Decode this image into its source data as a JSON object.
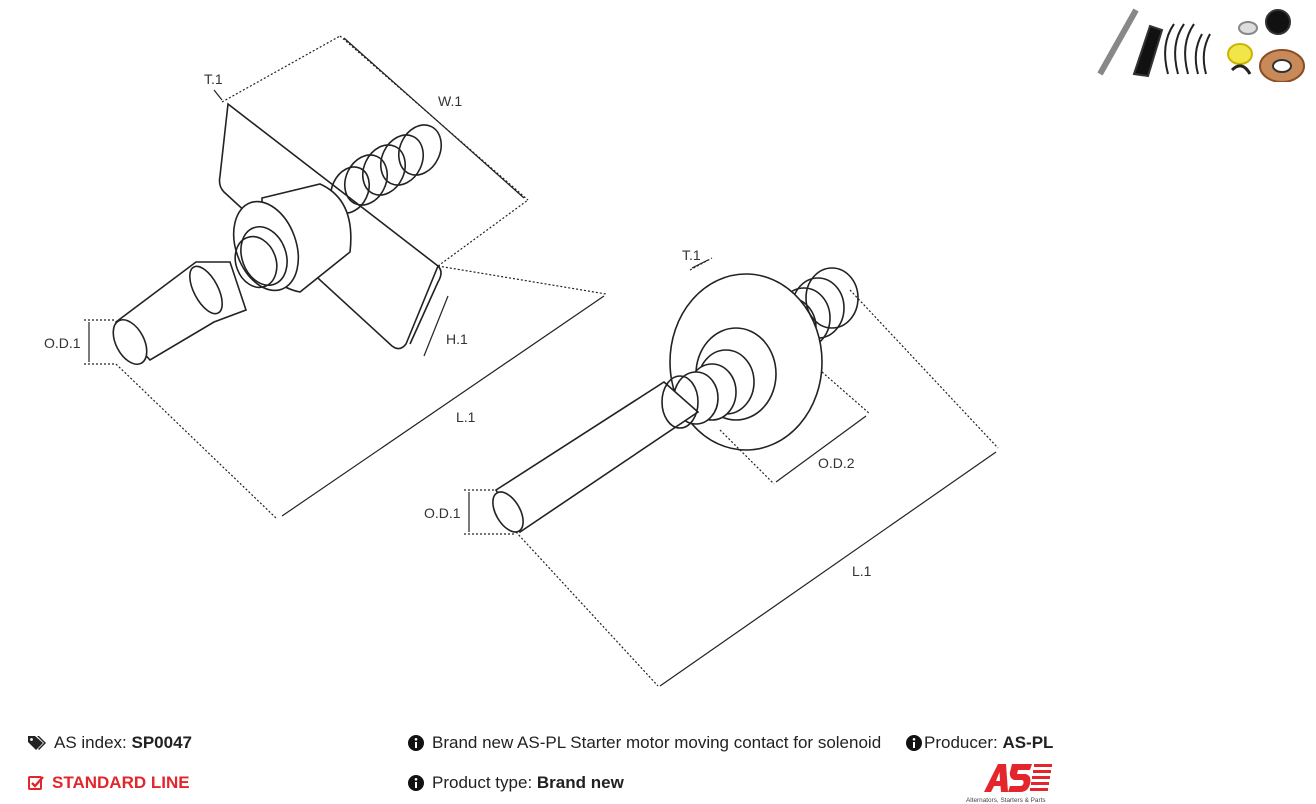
{
  "diagram": {
    "part1": {
      "labels": {
        "t": "T.1",
        "w": "W.1",
        "h": "H.1",
        "od": "O.D.1",
        "l": "L.1"
      }
    },
    "part2": {
      "labels": {
        "t": "T.1",
        "od1": "O.D.1",
        "od2": "O.D.2",
        "l": "L.1"
      }
    }
  },
  "info": {
    "as_index_label": "AS index:",
    "as_index_value": "SP0047",
    "line": "STANDARD LINE",
    "description": "Brand new AS-PL Starter motor moving contact for solenoid",
    "producer_label": "Producer:",
    "producer_value": "AS-PL",
    "product_type_label": "Product type:",
    "product_type_value": "Brand new"
  },
  "logo": {
    "mark": "AS",
    "tagline": "Alternators, Starters & Parts",
    "color": "#e3262c"
  },
  "icons": {
    "tags": "tags-icon",
    "check": "check-square-icon",
    "info": "info-circle-icon",
    "thumbnail": "product-thumbnail"
  }
}
